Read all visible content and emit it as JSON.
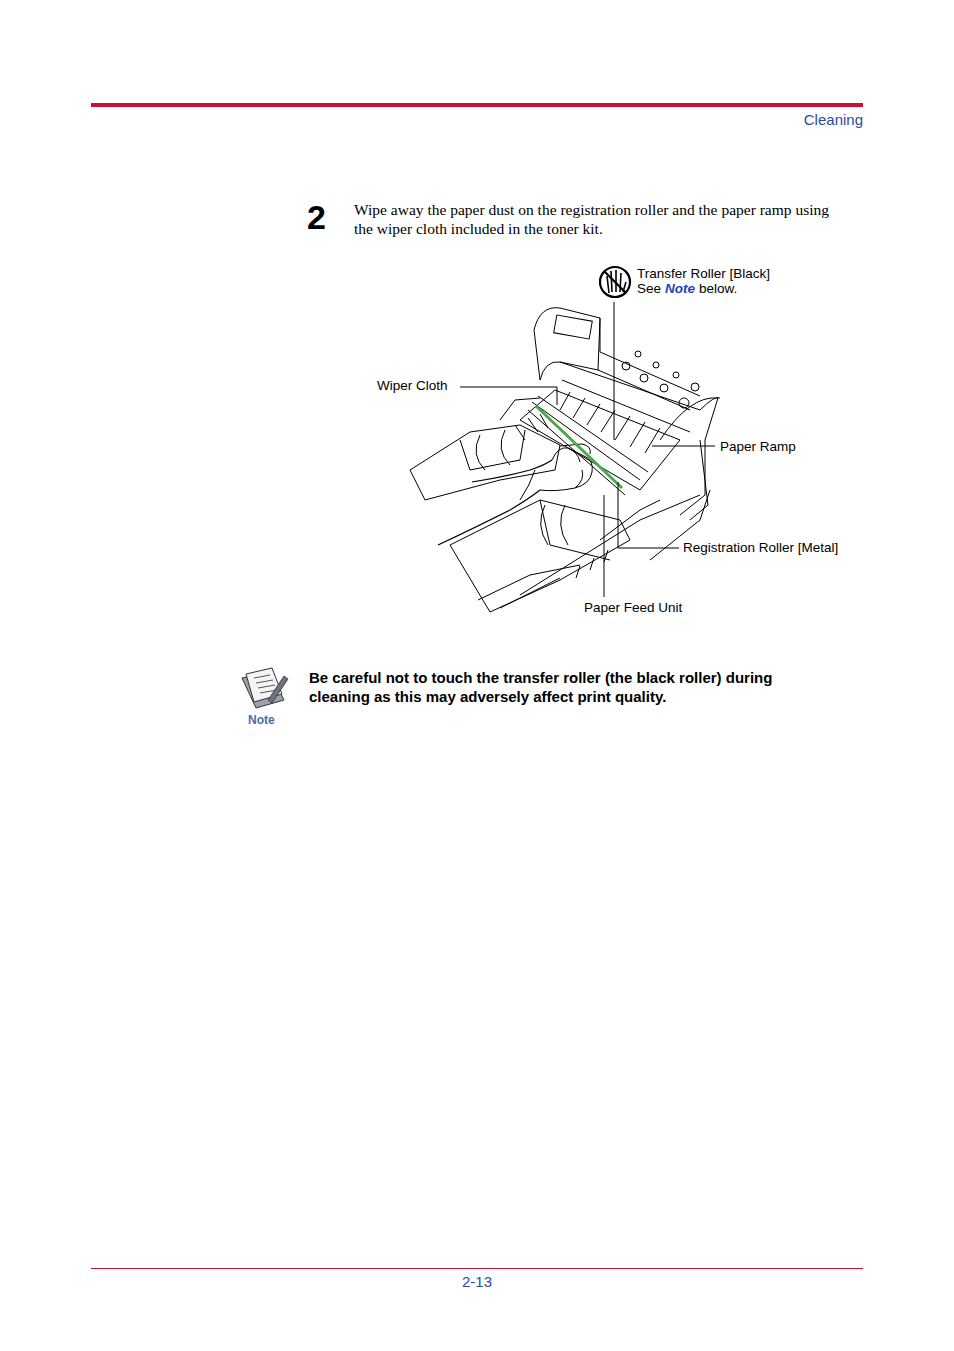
{
  "diagram": {
    "labels": [
      "Cleaning",
      "2",
      "Wipe away the paper dust on the registration roller and the paper ramp using the wiper cloth included in the toner kit.",
      "Transfer Roller [Black]",
      "See",
      "Note",
      "below.",
      "Wiper Cloth",
      "Paper Ramp",
      "Registration Roller [Metal]",
      "Paper Feed Unit",
      "Note",
      "Be careful not to touch the transfer roller (the black roller) during cleaning as this may adversely affect print quality.",
      "2-13"
    ]
  }
}
